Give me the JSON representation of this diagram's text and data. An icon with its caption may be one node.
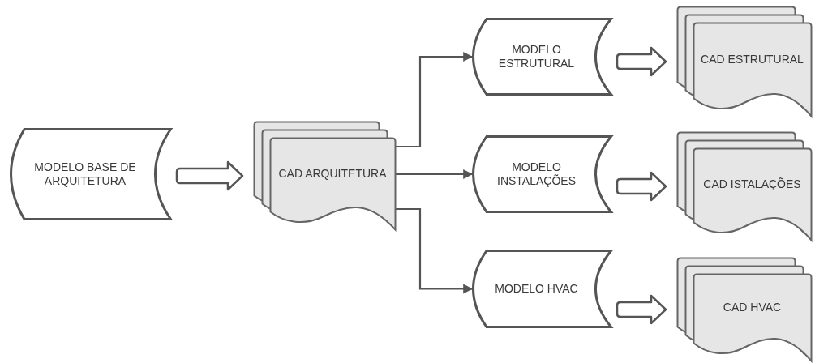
{
  "diagram": {
    "nodes": [
      {
        "text": [
          "MODELO BASE DE ARQUITETURA"
        ]
      },
      {
        "text": [
          "CAD ARQUITETURA"
        ]
      },
      {
        "text": [
          "MODELO ESTRUTURAL"
        ]
      },
      {
        "text": [
          "MODELO INSTALAÇÕES"
        ]
      },
      {
        "text": [
          "MODELO HVAC"
        ]
      },
      {
        "text": [
          "CAD ESTRUTURAL"
        ]
      },
      {
        "text": [
          "CAD ISTALAÇÕES"
        ]
      },
      {
        "text": [
          "CAD HVAC"
        ]
      }
    ],
    "edges": [
      {
        "from": 0,
        "to": 1,
        "arrow": "to",
        "style": "thick"
      },
      {
        "from": 1,
        "to": 2,
        "arrow": "to"
      },
      {
        "from": 1,
        "to": 3,
        "arrow": "to"
      },
      {
        "from": 1,
        "to": 4,
        "arrow": "to"
      },
      {
        "from": 2,
        "to": 5,
        "arrow": "to",
        "style": "thick"
      },
      {
        "from": 3,
        "to": 6,
        "arrow": "to",
        "style": "thick"
      },
      {
        "from": 4,
        "to": 7,
        "arrow": "to",
        "style": "thick"
      }
    ]
  }
}
